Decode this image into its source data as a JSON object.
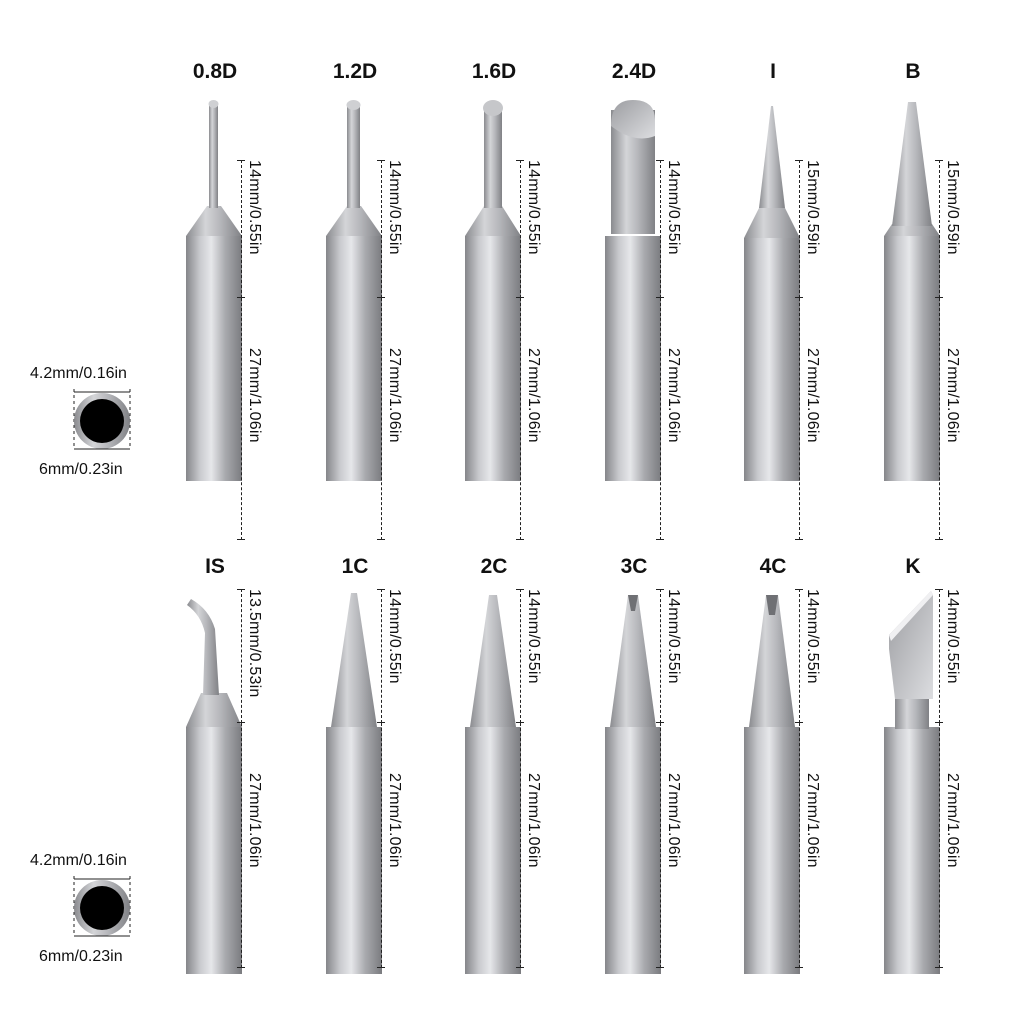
{
  "top_row": {
    "tips": [
      {
        "label": "0.8D",
        "tip_dim": "14mm/0.55in",
        "shank_dim": "27mm/1.06in",
        "shape": "conical-0.8d"
      },
      {
        "label": "1.2D",
        "tip_dim": "14mm/0.55in",
        "shank_dim": "27mm/1.06in",
        "shape": "chisel-1.2d"
      },
      {
        "label": "1.6D",
        "tip_dim": "14mm/0.55in",
        "shank_dim": "27mm/1.06in",
        "shape": "chisel-1.6d"
      },
      {
        "label": "2.4D",
        "tip_dim": "14mm/0.55in",
        "shank_dim": "27mm/1.06in",
        "shape": "chisel-2.4d"
      },
      {
        "label": "I",
        "tip_dim": "15mm/0.59in",
        "shank_dim": "27mm/1.06in",
        "shape": "needle"
      },
      {
        "label": "B",
        "tip_dim": "15mm/0.59in",
        "shank_dim": "27mm/1.06in",
        "shape": "round"
      }
    ],
    "cross_section": {
      "inner": "4.2mm/0.16in",
      "outer": "6mm/0.23in"
    }
  },
  "bottom_row": {
    "tips": [
      {
        "label": "IS",
        "tip_dim": "13.5mm/0.53in",
        "shank_dim": "27mm/1.06in",
        "shape": "bent"
      },
      {
        "label": "1C",
        "tip_dim": "14mm/0.55in",
        "shank_dim": "27mm/1.06in",
        "shape": "bevel-1c"
      },
      {
        "label": "2C",
        "tip_dim": "14mm/0.55in",
        "shank_dim": "27mm/1.06in",
        "shape": "bevel-2c"
      },
      {
        "label": "3C",
        "tip_dim": "14mm/0.55in",
        "shank_dim": "27mm/1.06in",
        "shape": "bevel-3c"
      },
      {
        "label": "4C",
        "tip_dim": "14mm/0.55in",
        "shank_dim": "27mm/1.06in",
        "shape": "bevel-4c"
      },
      {
        "label": "K",
        "tip_dim": "14mm/0.55in",
        "shank_dim": "27mm/1.06in",
        "shape": "knife"
      }
    ],
    "cross_section": {
      "inner": "4.2mm/0.16in",
      "outer": "6mm/0.23in"
    }
  },
  "colors": {
    "metal_dark": "#7d7e82",
    "metal_light": "#e4e5e8",
    "bore": "#000000"
  }
}
